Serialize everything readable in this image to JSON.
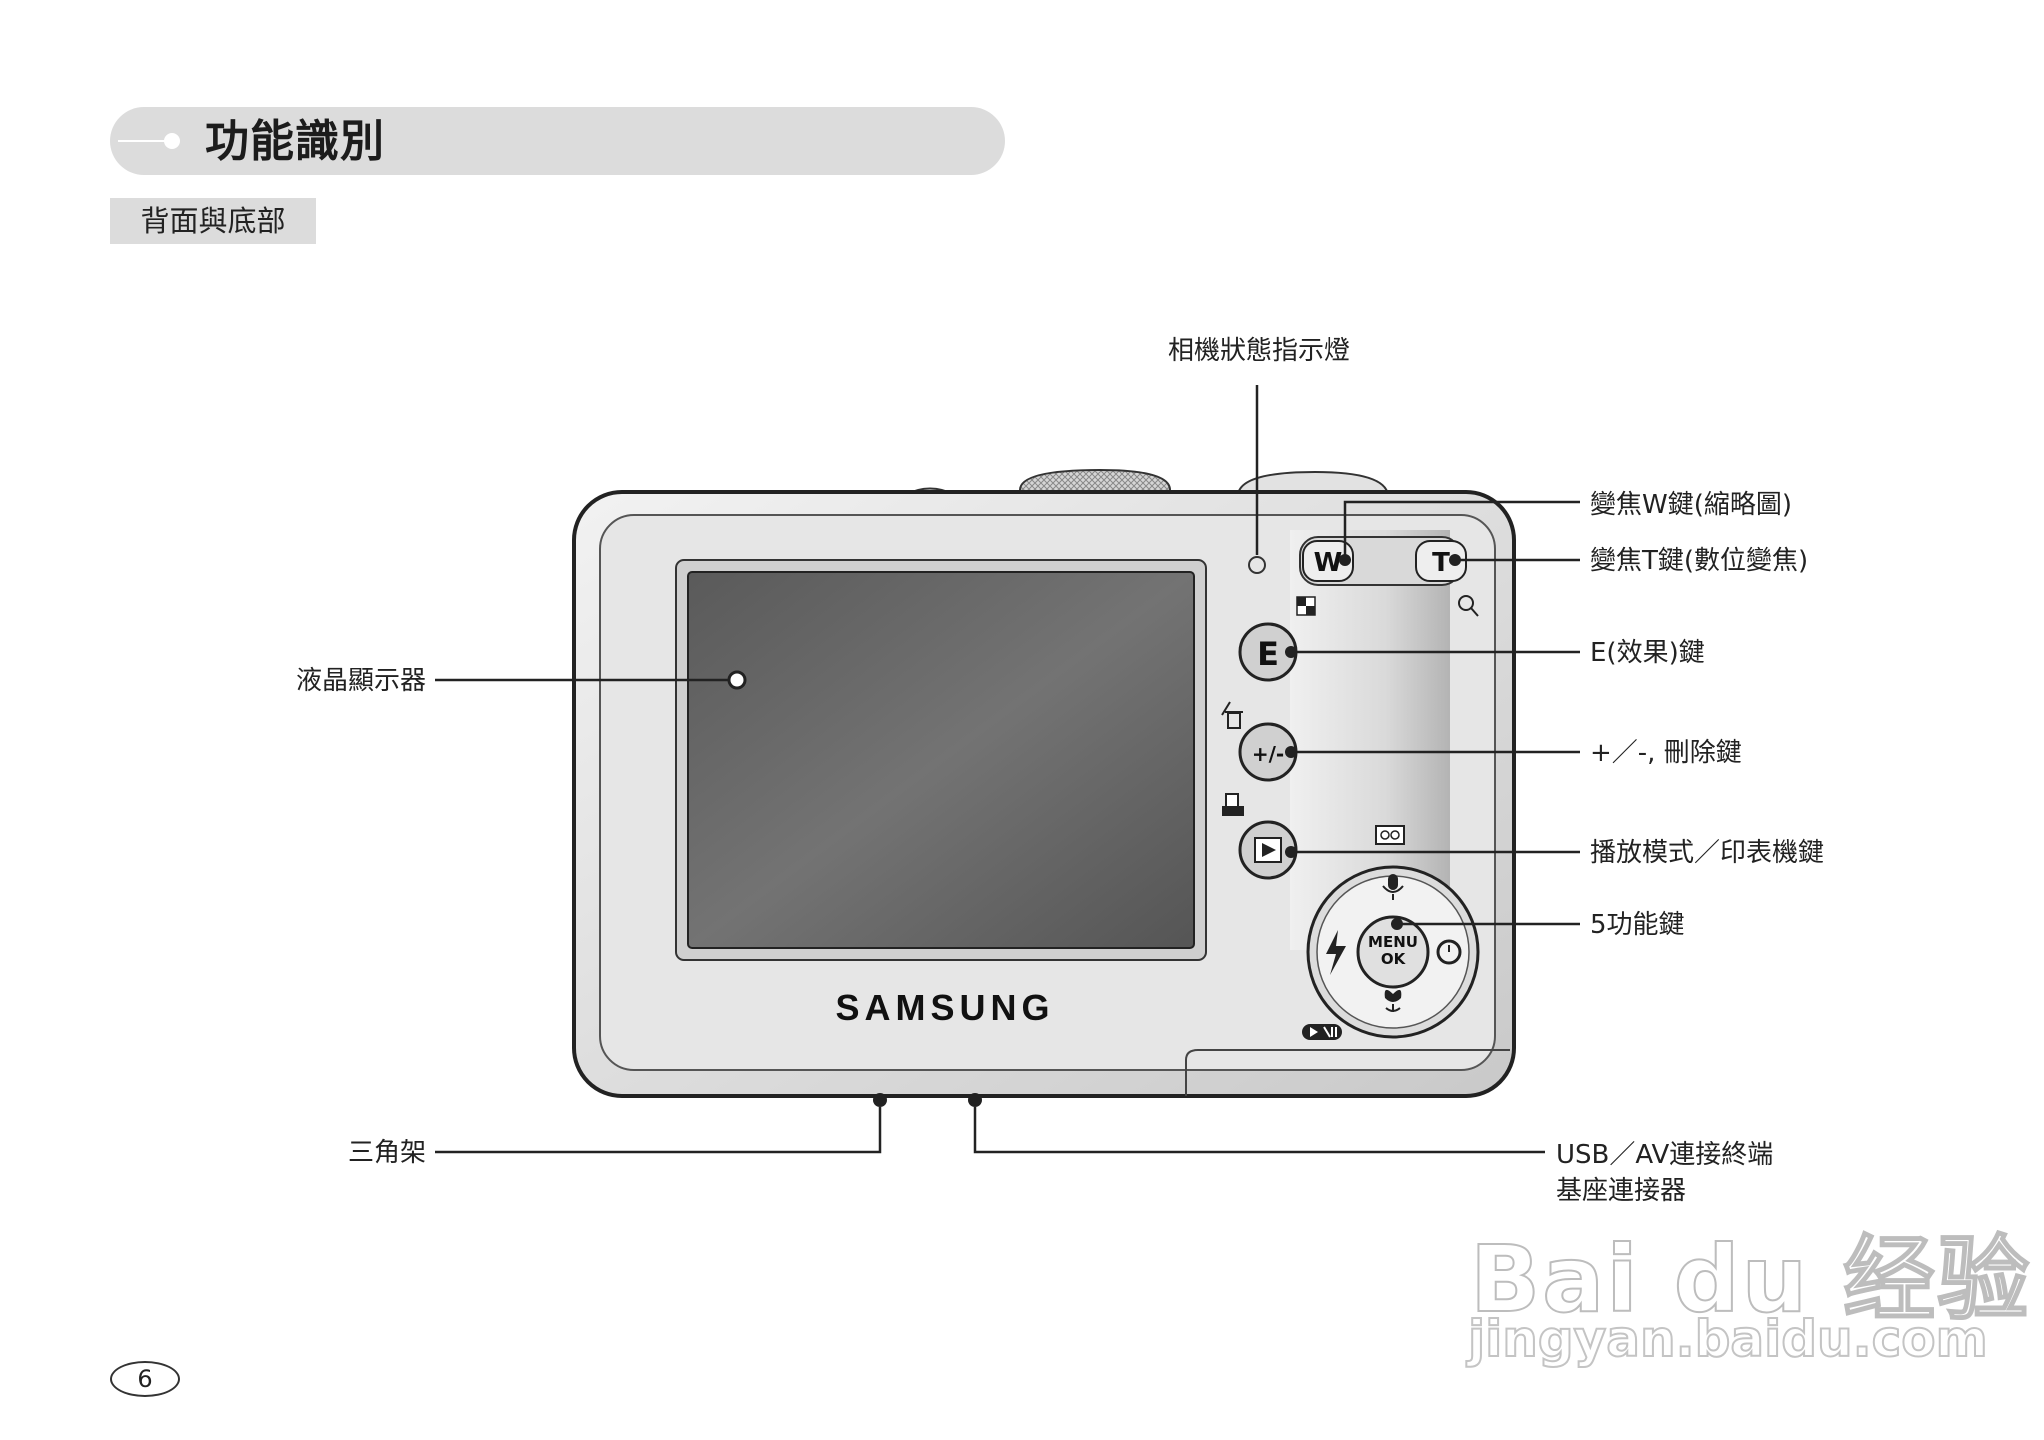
{
  "header": {
    "title": "功能識別",
    "subtitle": "背面與底部"
  },
  "camera": {
    "brand": "SAMSUNG",
    "button_w": "W",
    "button_t": "T",
    "button_e": "E",
    "button_pm": "+/-",
    "button_menu_line1": "MENU",
    "button_menu_line2": "OK"
  },
  "callouts": {
    "status_lamp": "相機狀態指示燈",
    "zoom_w": "變焦W鍵(縮略圖)",
    "zoom_t": "變焦T鍵(數位變焦)",
    "e_button": "E(效果)鍵",
    "delete_button": "+／-,  刪除鍵",
    "play_print": "播放模式／印表機鍵",
    "five_function": "5功能鍵",
    "lcd": "液晶顯示器",
    "tripod": "三角架",
    "usb_av_line1": "USB／AV連接終端",
    "usb_av_line2": "基座連接器"
  },
  "page_number": "6",
  "watermark": {
    "brand": "Bai du 经验",
    "url": "jingyan.baidu.com"
  }
}
